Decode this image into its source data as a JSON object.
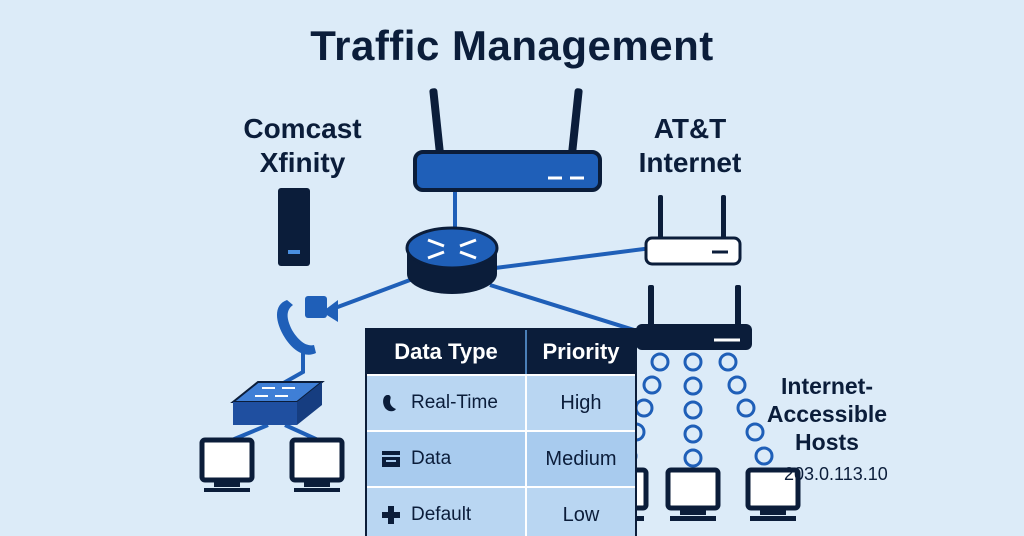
{
  "title": "Traffic Management",
  "isp_left": {
    "line1": "Comcast",
    "line2": "Xfinity"
  },
  "isp_right": {
    "line1": "AT&T",
    "line2": "Internet"
  },
  "hosts": {
    "line1": "Internet-",
    "line2": "Accessible",
    "line3": "Hosts",
    "ip": "203.0.113.10"
  },
  "table": {
    "headers": {
      "type": "Data Type",
      "priority": "Priority"
    },
    "rows": [
      {
        "icon": "phone-bubble-icon",
        "type": "Real-Time",
        "priority": "High"
      },
      {
        "icon": "stack-icon",
        "type": "Data",
        "priority": "Medium"
      },
      {
        "icon": "plus-icon",
        "type": "Default",
        "priority": "Low"
      }
    ]
  },
  "colors": {
    "navy": "#0b1d3a",
    "blue": "#1f5fb8",
    "background": "#dcebf8",
    "table_fill": "#b9d6f2"
  }
}
